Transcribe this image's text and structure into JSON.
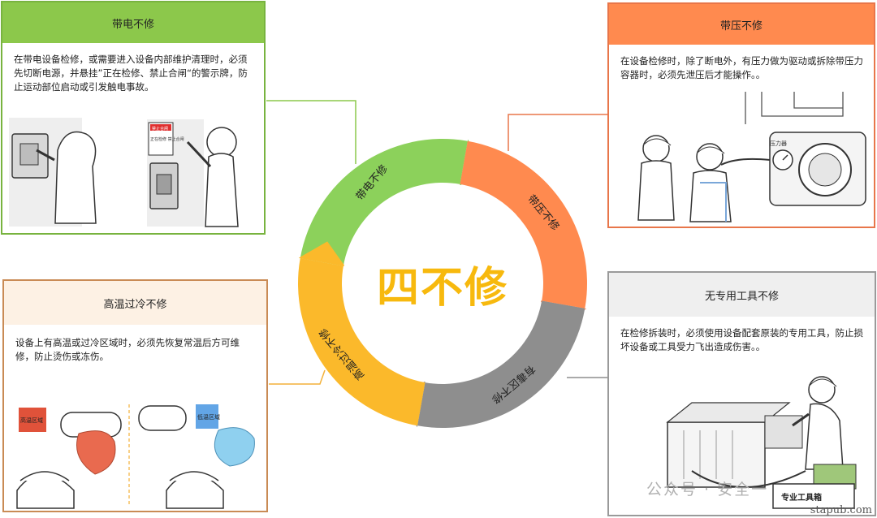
{
  "center": {
    "title": "四不修"
  },
  "ring": {
    "segments": [
      {
        "label": "带电不修",
        "color": "#8cd15b"
      },
      {
        "label": "带压不修",
        "color": "#ff8a4f"
      },
      {
        "label": "有毒区不修",
        "color": "#8e8e8e"
      },
      {
        "label": "高温过冷不修",
        "color": "#fbb92b"
      }
    ]
  },
  "panels": {
    "live": {
      "title": "带电不修",
      "text": "在带电设备检修，或需要进入设备内部维护清理时，必须先切断电源，并悬挂”正在检修、禁止合闸“的警示牌，防止运动部位启动或引发触电事故。",
      "sign_tag": "禁止合闸",
      "sign_text": "正在检修 禁止合闸"
    },
    "pressure": {
      "title": "带压不修",
      "text": "在设备检修时，除了断电外，有压力做为驱动或拆除带压力容器时，必须先泄压后才能操作。。",
      "gauge_label": "压力器"
    },
    "temperature": {
      "title": "高温过冷不修",
      "text": "设备上有高温或过冷区域时，必须先恢复常温后方可维修，防止烫伤或冻伤。",
      "hot_label": "高温区域",
      "cold_label": "低温区域"
    },
    "tools": {
      "title": "无专用工具不修",
      "text": "在检修拆装时，必须使用设备配套原装的专用工具，防止损坏设备或工具受力飞出造成伤害。。",
      "toolbox_label": "专业工具箱"
    }
  },
  "watermarks": {
    "gzh": "公众号 · 安全一",
    "site": "stapub.com"
  },
  "colors": {
    "green": "#8cc84b",
    "orange": "#ff8a4f",
    "peach": "#fdf1e4",
    "gray": "#efefef",
    "yellow": "#f7b90e"
  }
}
